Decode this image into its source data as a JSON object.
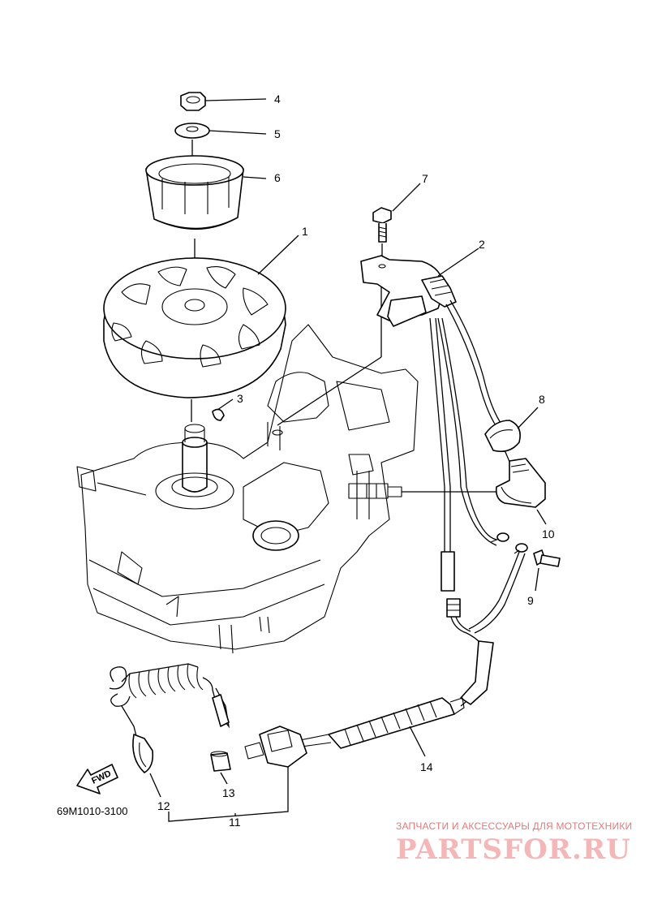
{
  "diagram": {
    "part_code": "69M1010-3100",
    "fwd_label": "FWD",
    "callouts": [
      "1",
      "2",
      "3",
      "4",
      "5",
      "6",
      "7",
      "8",
      "9",
      "10",
      "11",
      "12",
      "13",
      "14"
    ]
  },
  "watermark": {
    "tagline": "ЗАПЧАСТИ И АКСЕССУАРЫ ДЛЯ МОТОТЕХНИКИ",
    "logo": "PARTSFOR.RU",
    "color": "#e88a8a"
  }
}
